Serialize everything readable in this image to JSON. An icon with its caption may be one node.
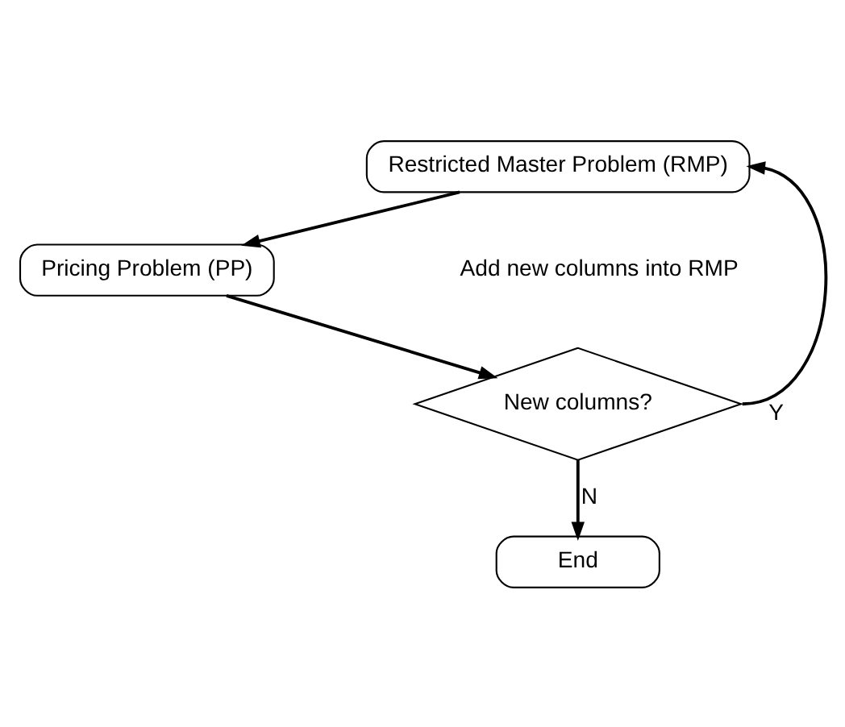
{
  "diagram": {
    "nodes": [
      {
        "text": [
          "Restricted Master Problem (RMP)"
        ]
      },
      {
        "text": [
          "Pricing Problem (PP)"
        ]
      },
      {
        "text": [
          "New columns?"
        ]
      },
      {
        "text": [
          "End"
        ]
      }
    ],
    "edges": [
      {
        "from": 0,
        "to": 1,
        "arrow": "to"
      },
      {
        "from": 1,
        "to": 2,
        "arrow": "to"
      },
      {
        "from": 2,
        "to": 3,
        "arrow": "to",
        "label": "N"
      },
      {
        "from": 2,
        "to": 0,
        "arrow": "to",
        "label": "Y"
      }
    ],
    "labels": [
      "Add new columns into RMP"
    ]
  }
}
